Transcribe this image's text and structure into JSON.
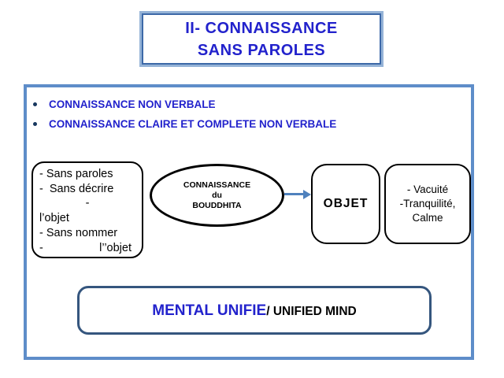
{
  "title": {
    "line1": "II- CONNAISSANCE",
    "line2": "SANS PAROLES"
  },
  "bullets": [
    "CONNAISSANCE NON VERBALE",
    "CONNAISSANCE CLAIRE ET COMPLETE NON VERBALE"
  ],
  "left_box": {
    "lines": [
      "- Sans paroles",
      "-  Sans décrire",
      "-",
      "l’objet",
      "- Sans nommer"
    ],
    "last_line": {
      "dash": "-",
      "text": "l’’objet"
    }
  },
  "ellipse": {
    "lines": [
      "CONNAISSANCE",
      "du",
      "BOUDDHITA"
    ]
  },
  "object_box": {
    "label": "OBJET"
  },
  "right_box": {
    "lines": [
      "- Vacuité",
      "-Tranquilité,",
      "Calme"
    ]
  },
  "bottom_box": {
    "primary": "MENTAL UNIFIE",
    "secondary": "/ UNIFIED MIND"
  },
  "colors": {
    "text_blue": "#2222cc",
    "light_blue_border": "#95b3d7",
    "title_inner_border": "#3d69a8",
    "frame_border": "#5e8dc9",
    "arrow_blue": "#4f81bd",
    "bottom_box_border": "#35567e",
    "bullet_dot": "#17375e",
    "shape_border_black": "#000000"
  }
}
